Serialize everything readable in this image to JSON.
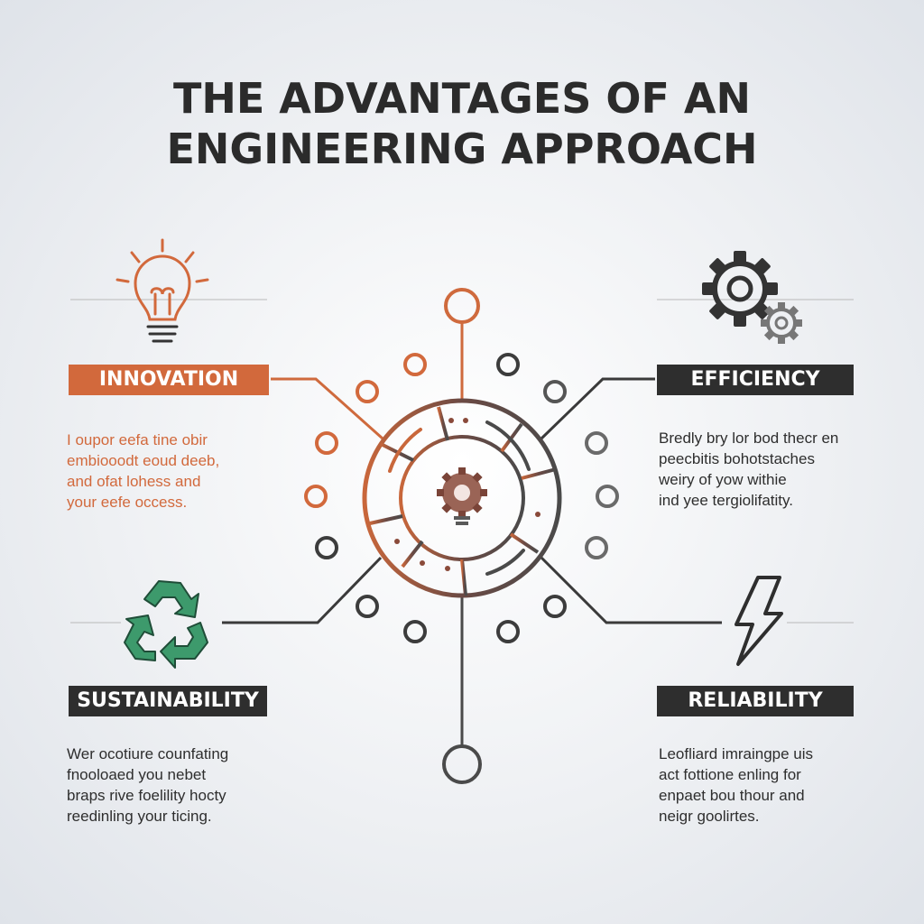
{
  "title": {
    "line1": "THE ADVANTAGES OF AN",
    "line2": "ENGINEERING APPROACH"
  },
  "colors": {
    "accent": "#d2693c",
    "dark": "#2e2e2e",
    "green": "#3d9a6c",
    "gray_line": "#5a5a5a"
  },
  "icons": {
    "innovation": "lightbulb-icon",
    "efficiency": "gears-icon",
    "sustainability": "recycle-icon",
    "reliability": "lightning-bolt-icon",
    "center": "gear-bulb-icon"
  },
  "sections": {
    "innovation": {
      "label": "INNOVATION",
      "lines": [
        "I oupor eefa tine obir",
        "embiooodt eoud deeb,",
        "and ofat lohess and",
        "your eefe occess."
      ]
    },
    "efficiency": {
      "label": "EFFICIENCY",
      "lines": [
        "Bredly bry lor bod thecr en",
        "peecbitis bohotstaches",
        "weiry of yow withie",
        "ind yee tergiolifatity."
      ]
    },
    "sustainability": {
      "label": "SUSTAINABILITY",
      "lines": [
        "Wer ocotiure counfating",
        "fnooloaed you nebet",
        "braps rive foelility hocty",
        "reedinling your ticing."
      ]
    },
    "reliability": {
      "label": "RELIABILITY",
      "lines": [
        "Leofliard imraingpe uis",
        "act fottione enling for",
        "enpaet bou thour and",
        "neigr goolirtes."
      ]
    }
  }
}
